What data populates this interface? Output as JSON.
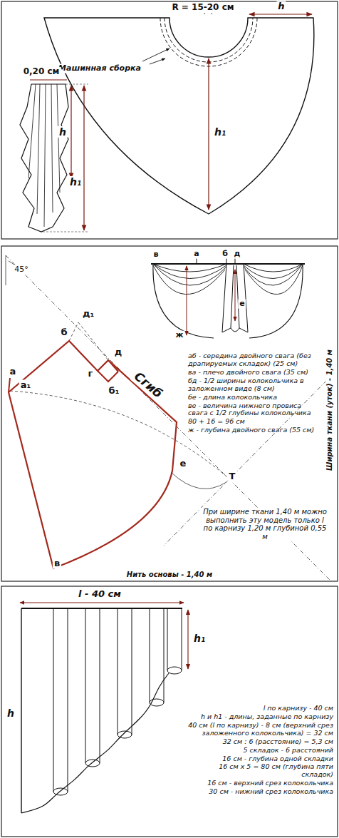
{
  "diagram": {
    "labels": [
      "R = 15-20 см",
      "h",
      "Машинная сборка",
      "h₁",
      "0,20 см",
      "h",
      "h₁",
      "45°",
      "д₁",
      "б",
      "а",
      "а₁",
      "г",
      "д",
      "б₁",
      "Сгиб",
      "е",
      "Т",
      "в",
      "в",
      "а",
      "б",
      "д",
      "ж",
      "е",
      "аб - середина двойного свага (без драпируемых складок) (25 см)",
      "ва - плечо двойного свага (35 см)",
      "бд - 1/2 ширины колокольчика в заложенном виде (8 см)",
      "бе - длина колокольчика",
      "ве - величина нижнего провиса свага с 1/2 глубины колокольчика",
      "80 + 16 = 96 см",
      "ж - глубина двойного свага (55 см)",
      "Ширина ткани (уток) - 1,40 м",
      "При ширине ткани 1,40 м можно выполнить эту модель только l по карнизу 1,20 м глубиной 0,55 м",
      "Нить основы - 1,40 м",
      "l - 40 см",
      "h₁",
      "h",
      "l по карнизу - 40 см",
      "h и h1 - длины, заданные по карнизу",
      "40 см (l по карнизу) - 8 см (верхний срез заложенного колокольчика) = 32 см",
      "32 см : 6 (расстояние) = 5,3 см",
      "5 складок - 6 расстояний",
      "16 см - глубина одной складки",
      "16 см х 5 = 80 см (глубина пяти складок)",
      "16 см - верхний срез колокольчика",
      "30 см - нижний срез колокольчика"
    ]
  }
}
